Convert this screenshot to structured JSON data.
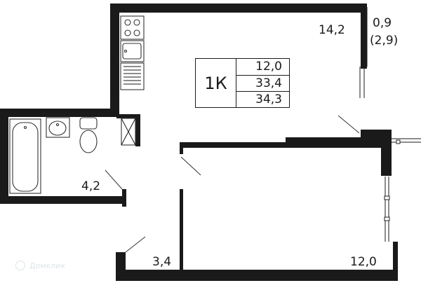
{
  "plan": {
    "apartment_type": "1К",
    "areas": {
      "living": "12,0",
      "total": "33,4",
      "total_with_balcony": "34,3"
    },
    "rooms": {
      "kitchen": "14,2",
      "balcony": "0,9",
      "balcony_full": "(2,9)",
      "bathroom": "4,2",
      "hallway": "3,4",
      "bedroom": "12,0"
    }
  },
  "watermark": {
    "text": "Домклик"
  },
  "colors": {
    "wall": "#1a1a1a",
    "background": "#ffffff"
  }
}
